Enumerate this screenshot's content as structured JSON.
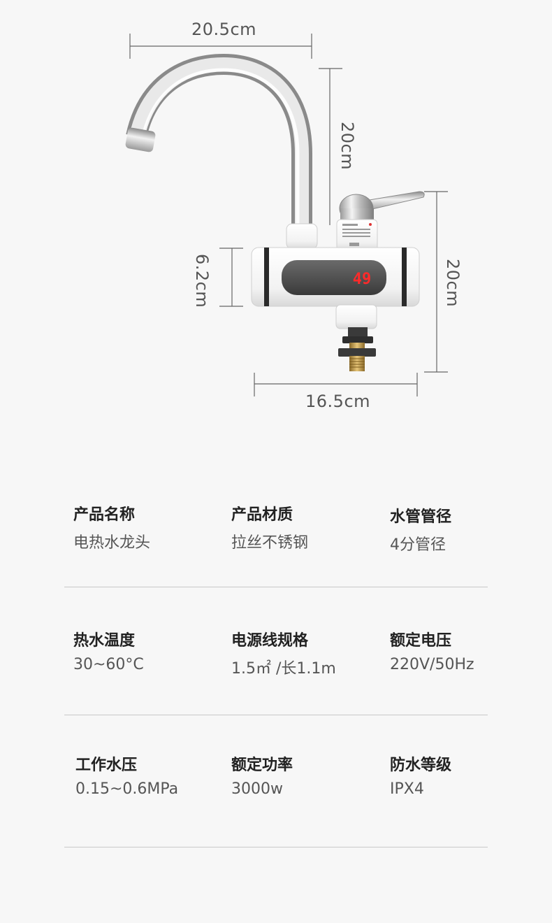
{
  "dimensions": {
    "spout_width": "20.5cm",
    "spout_height": "20cm",
    "body_height_total": "20cm",
    "body_diameter": "6.2cm",
    "body_length": "16.5cm"
  },
  "display": {
    "temperature": "49"
  },
  "specs": [
    [
      {
        "label": "产品名称",
        "value": "电热水龙头"
      },
      {
        "label": "产品材质",
        "value": "拉丝不锈钢"
      },
      {
        "label": "水管管径",
        "value": "4分管径"
      }
    ],
    [
      {
        "label": "热水温度",
        "value": "30~60°C"
      },
      {
        "label": "电源线规格",
        "value": "1.5㎡ /长1.1m"
      },
      {
        "label": "额定电压",
        "value": "220V/50Hz"
      }
    ],
    [
      {
        "label": "工作水压",
        "value": "0.15~0.6MPa"
      },
      {
        "label": "额定功率",
        "value": "3000w"
      },
      {
        "label": "防水等级",
        "value": "IPX4"
      }
    ]
  ]
}
